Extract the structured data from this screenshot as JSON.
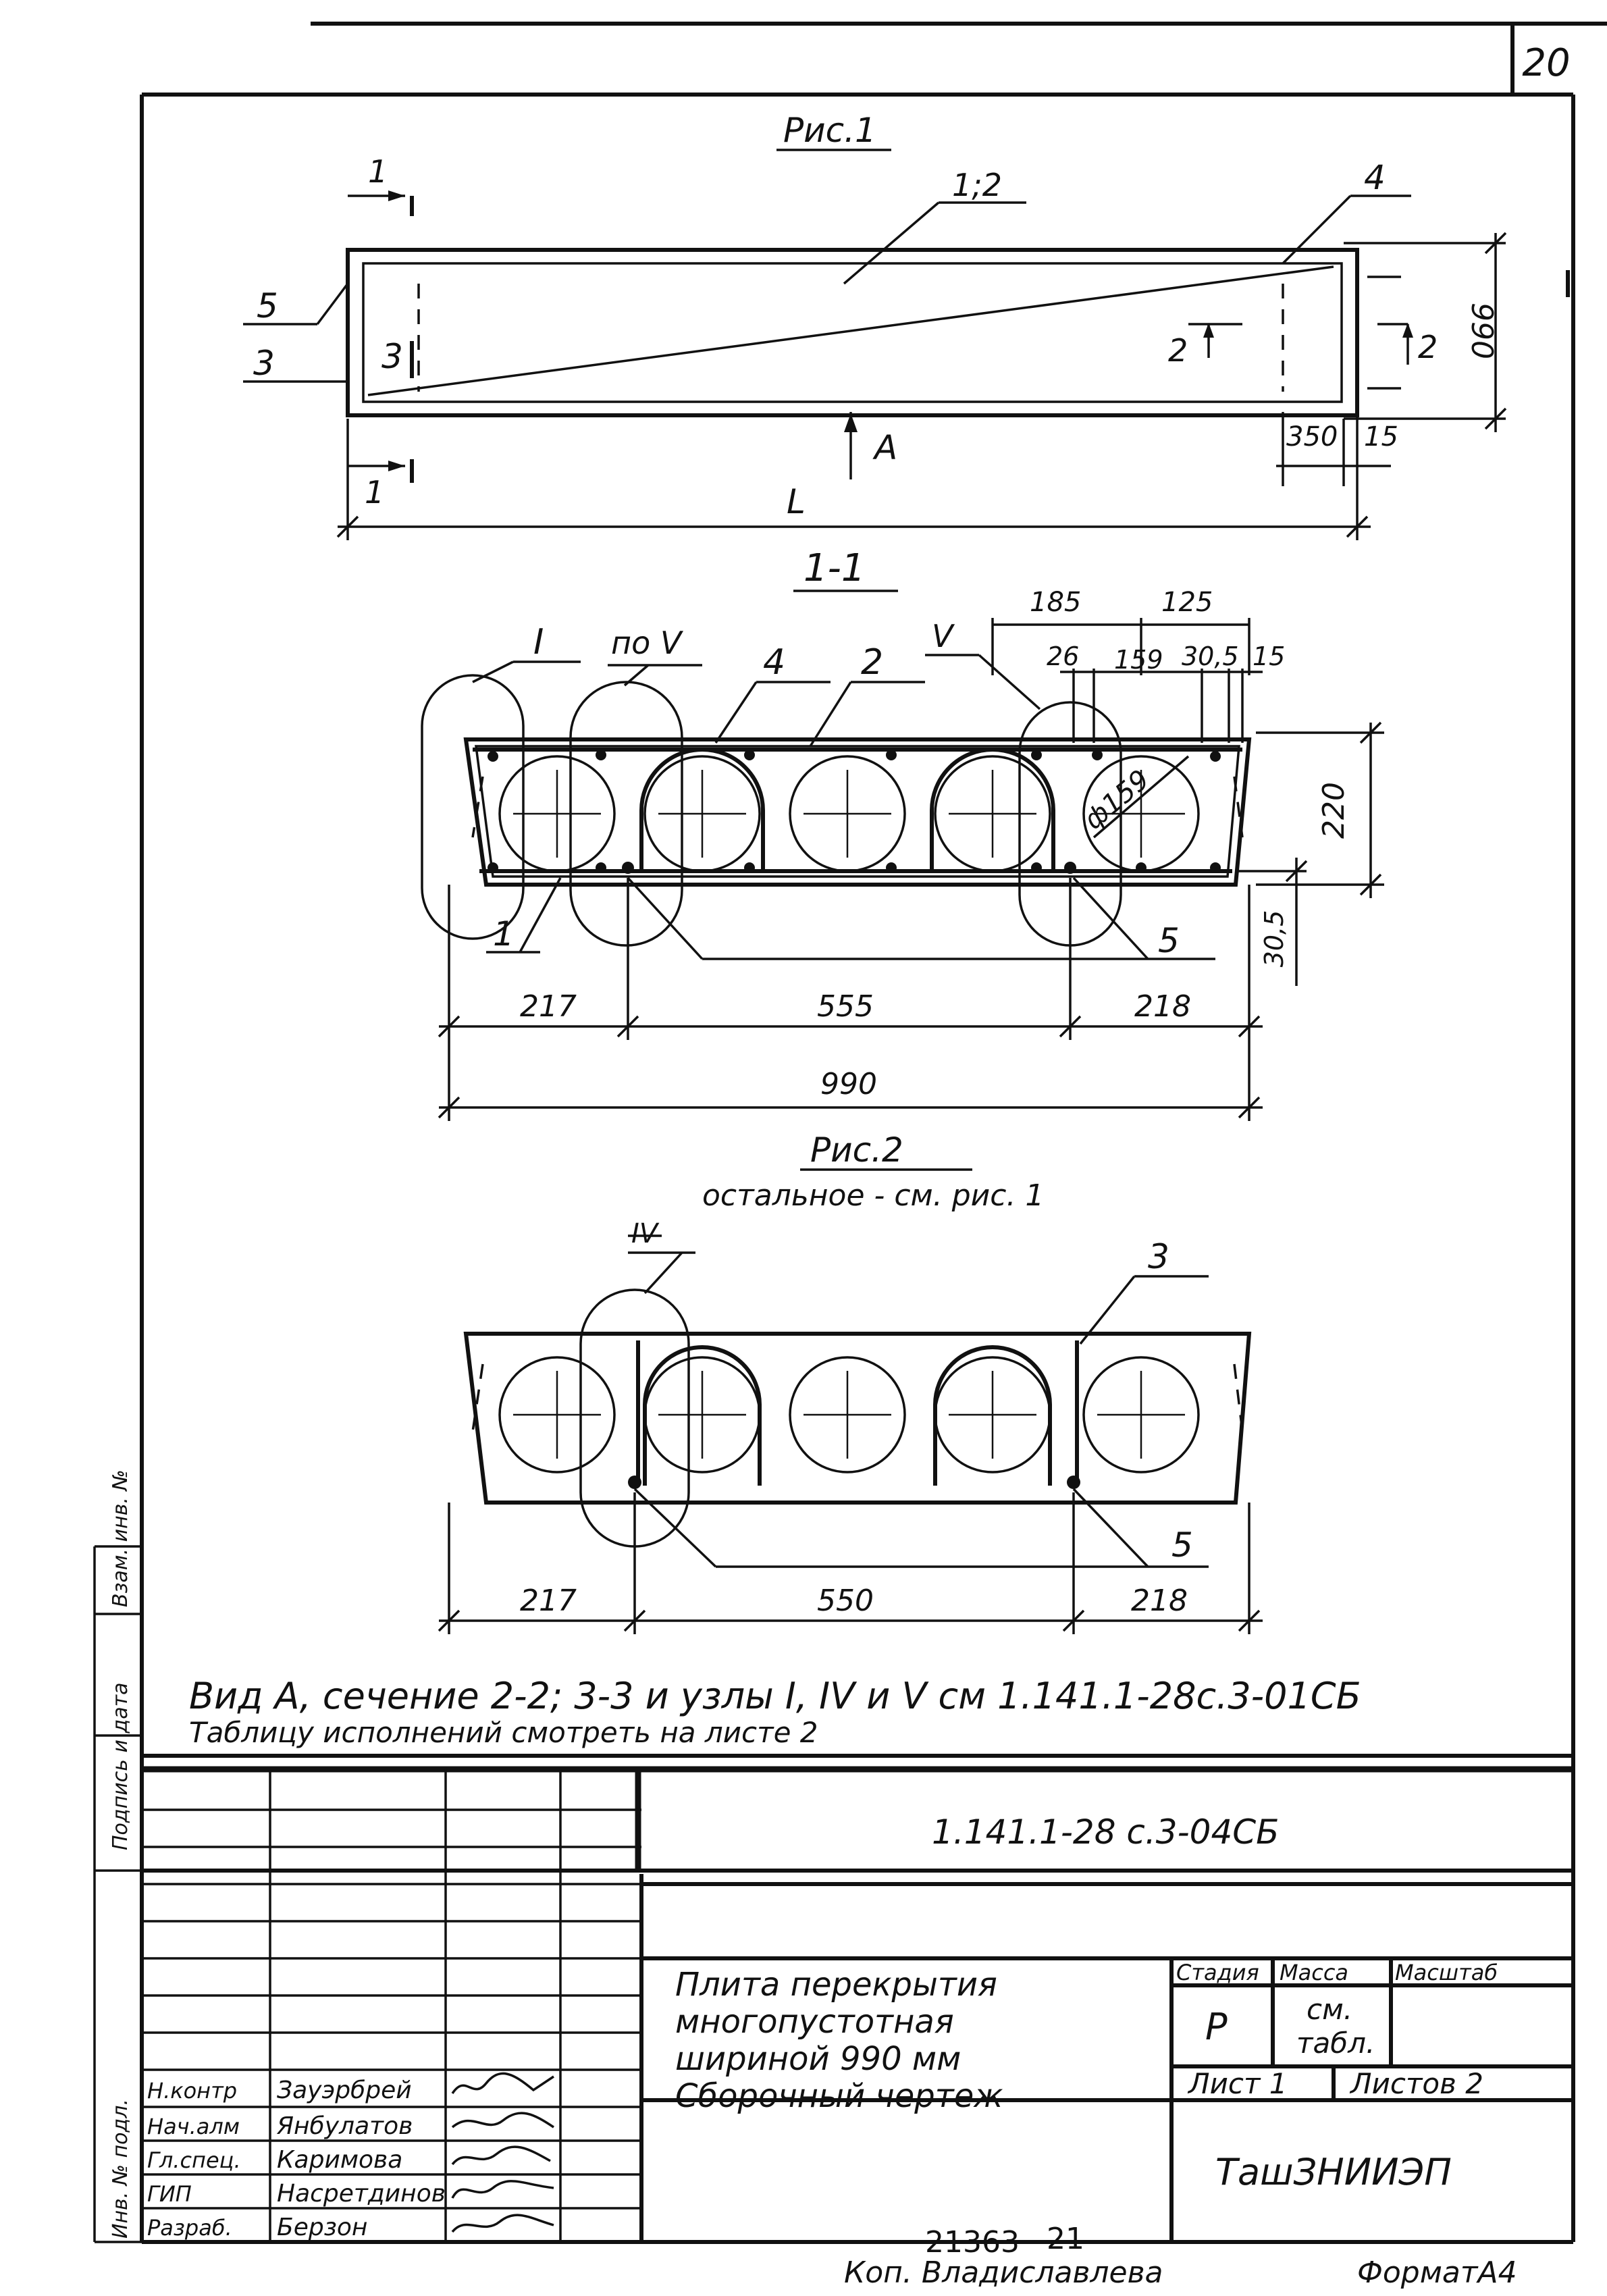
{
  "sheet": {
    "page_number": "20",
    "format": "ФорматА4",
    "copied_by": "Коп. Владиславлева",
    "stamp_number": "21363",
    "stamp_extra": "21"
  },
  "fig1": {
    "title": "Рис.1",
    "labels": {
      "section_1_top": "1",
      "section_1_bottom": "1",
      "pos_12": "1;2",
      "pos_4": "4",
      "pos_5": "5",
      "pos_3_outer": "3",
      "pos_3_inner": "3",
      "section_2_left": "2",
      "section_2_right": "2",
      "view_a": "А",
      "length": "L"
    },
    "dims": {
      "width": "990",
      "d350": "350",
      "d15": "15"
    }
  },
  "section11": {
    "title": "1-1",
    "labels": {
      "node_1": "I",
      "node_v_ref": "по V",
      "node_v": "V",
      "pos_4": "4",
      "pos_2": "2",
      "pos_1": "1",
      "pos_5": "5",
      "diameter": "ф159"
    },
    "dims": {
      "d185": "185",
      "d125": "125",
      "d26": "26",
      "d159": "159",
      "d305_top": "30,5",
      "d15": "15",
      "height": "220",
      "d305_side": "30,5",
      "b217": "217",
      "b555": "555",
      "b218": "218",
      "total": "990"
    }
  },
  "fig2": {
    "title": "Рис.2",
    "subtitle": "остальное - см. рис. 1",
    "labels": {
      "node_4": "IV",
      "pos_3": "3",
      "pos_5": "5"
    },
    "dims": {
      "b217": "217",
      "b550": "550",
      "b218": "218"
    }
  },
  "notes": {
    "line1": "Вид А, сечение 2-2; 3-3 и узлы I, IV и V см 1.141.1-28с.3-01СБ",
    "line2": "Таблицу исполнений смотреть на листе 2"
  },
  "title_block": {
    "code": "1.141.1-28 с.3-04СБ",
    "name_lines": [
      "Плита перекрытия",
      "многопустотная",
      "шириной 990 мм",
      "Сборочный чертеж"
    ],
    "headers": {
      "stage": "Стадия",
      "mass": "Масса",
      "scale": "Масштаб"
    },
    "stage_value": "Р",
    "mass_value_1": "см.",
    "mass_value_2": "табл.",
    "sheet": "Лист 1",
    "sheets": "Листов 2",
    "org": "ТашЗНИИЭП",
    "signers": [
      {
        "role": "Н.контр",
        "name": "Зауэрбрей"
      },
      {
        "role": "Нач.алм",
        "name": "Янбулатов"
      },
      {
        "role": "Гл.спец.",
        "name": "Каримова"
      },
      {
        "role": "ГИП",
        "name": "Насретдинов"
      },
      {
        "role": "Разраб.",
        "name": "Берзон"
      }
    ]
  },
  "side_stamp": {
    "inv_orig": "Инв. № подл.",
    "sign_date": "Подпись и дата",
    "inv_repl": "Взам. инв. №"
  }
}
